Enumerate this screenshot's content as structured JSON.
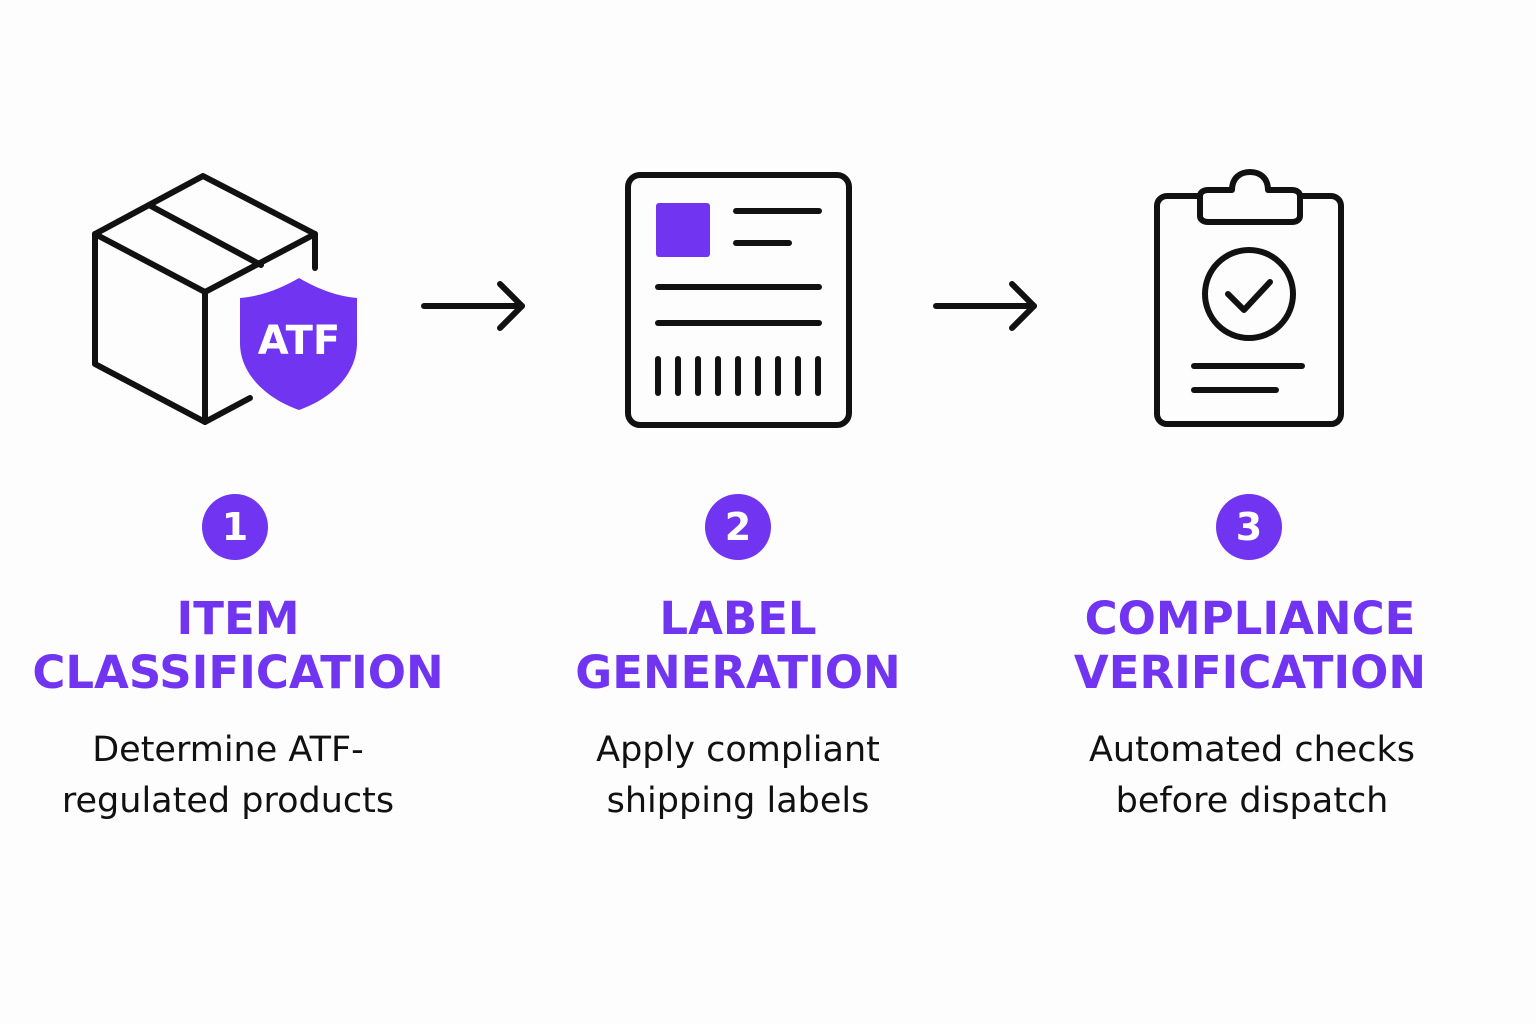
{
  "colors": {
    "accent": "#7134f0",
    "ink": "#111111",
    "background": "#fdfdfd"
  },
  "steps": [
    {
      "number": "1",
      "title": "ITEM\nCLASSIFICATION",
      "description": "Determine ATF-\nregulated products",
      "icon": "package-box-icon",
      "badge_text": "ATF",
      "badge_icon": "shield-icon"
    },
    {
      "number": "2",
      "title": "LABEL\nGENERATION",
      "description": "Apply compliant\nshipping labels",
      "icon": "shipping-label-icon"
    },
    {
      "number": "3",
      "title": "COMPLIANCE\nVERIFICATION",
      "description": "Automated checks\nbefore dispatch",
      "icon": "clipboard-check-icon"
    }
  ],
  "connectors": [
    {
      "icon": "arrow-right-icon"
    },
    {
      "icon": "arrow-right-icon"
    }
  ]
}
